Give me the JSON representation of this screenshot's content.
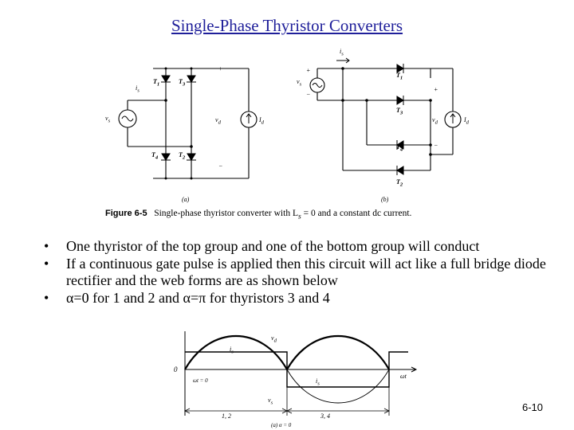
{
  "title": "Single-Phase Thyristor Converters",
  "figure": {
    "caption_label": "Figure 6-5",
    "caption_text": "Single-phase thyristor converter with L",
    "caption_sub": "s",
    "caption_tail": " = 0 and a constant dc current.",
    "panel_a": "(a)",
    "panel_b": "(b)",
    "labels": {
      "is": "i",
      "is_sub": "s",
      "vs": "v",
      "vs_sub": "s",
      "vd": "v",
      "vd_sub": "d",
      "id": "I",
      "id_sub": "d",
      "t1": "T",
      "t1_sub": "1",
      "t2": "T",
      "t2_sub": "2",
      "t3": "T",
      "t3_sub": "3",
      "t4": "T",
      "t4_sub": "4",
      "plus": "+",
      "minus": "−"
    }
  },
  "bullets": [
    {
      "dot": "•",
      "text": "One thyristor of the top group and one of the bottom group will conduct"
    },
    {
      "dot": "•",
      "text": "If a continuous gate pulse is applied then this circuit will act like a full bridge diode rectifier and the web forms are as shown below"
    },
    {
      "dot": "•",
      "text": "α=0 for 1 and 2 and α=π for thyristors 3 and 4"
    }
  ],
  "waveform": {
    "zero": "0",
    "wt": "ωt",
    "wt0": "ωt = 0",
    "vd": "v",
    "vd_sub": "d",
    "is": "i",
    "is_sub": "s",
    "vs": "v",
    "vs_sub": "s",
    "cond_12": "1, 2",
    "cond_34": "3, 4",
    "caption": "(a) α = 0"
  },
  "page_number": "6-10"
}
